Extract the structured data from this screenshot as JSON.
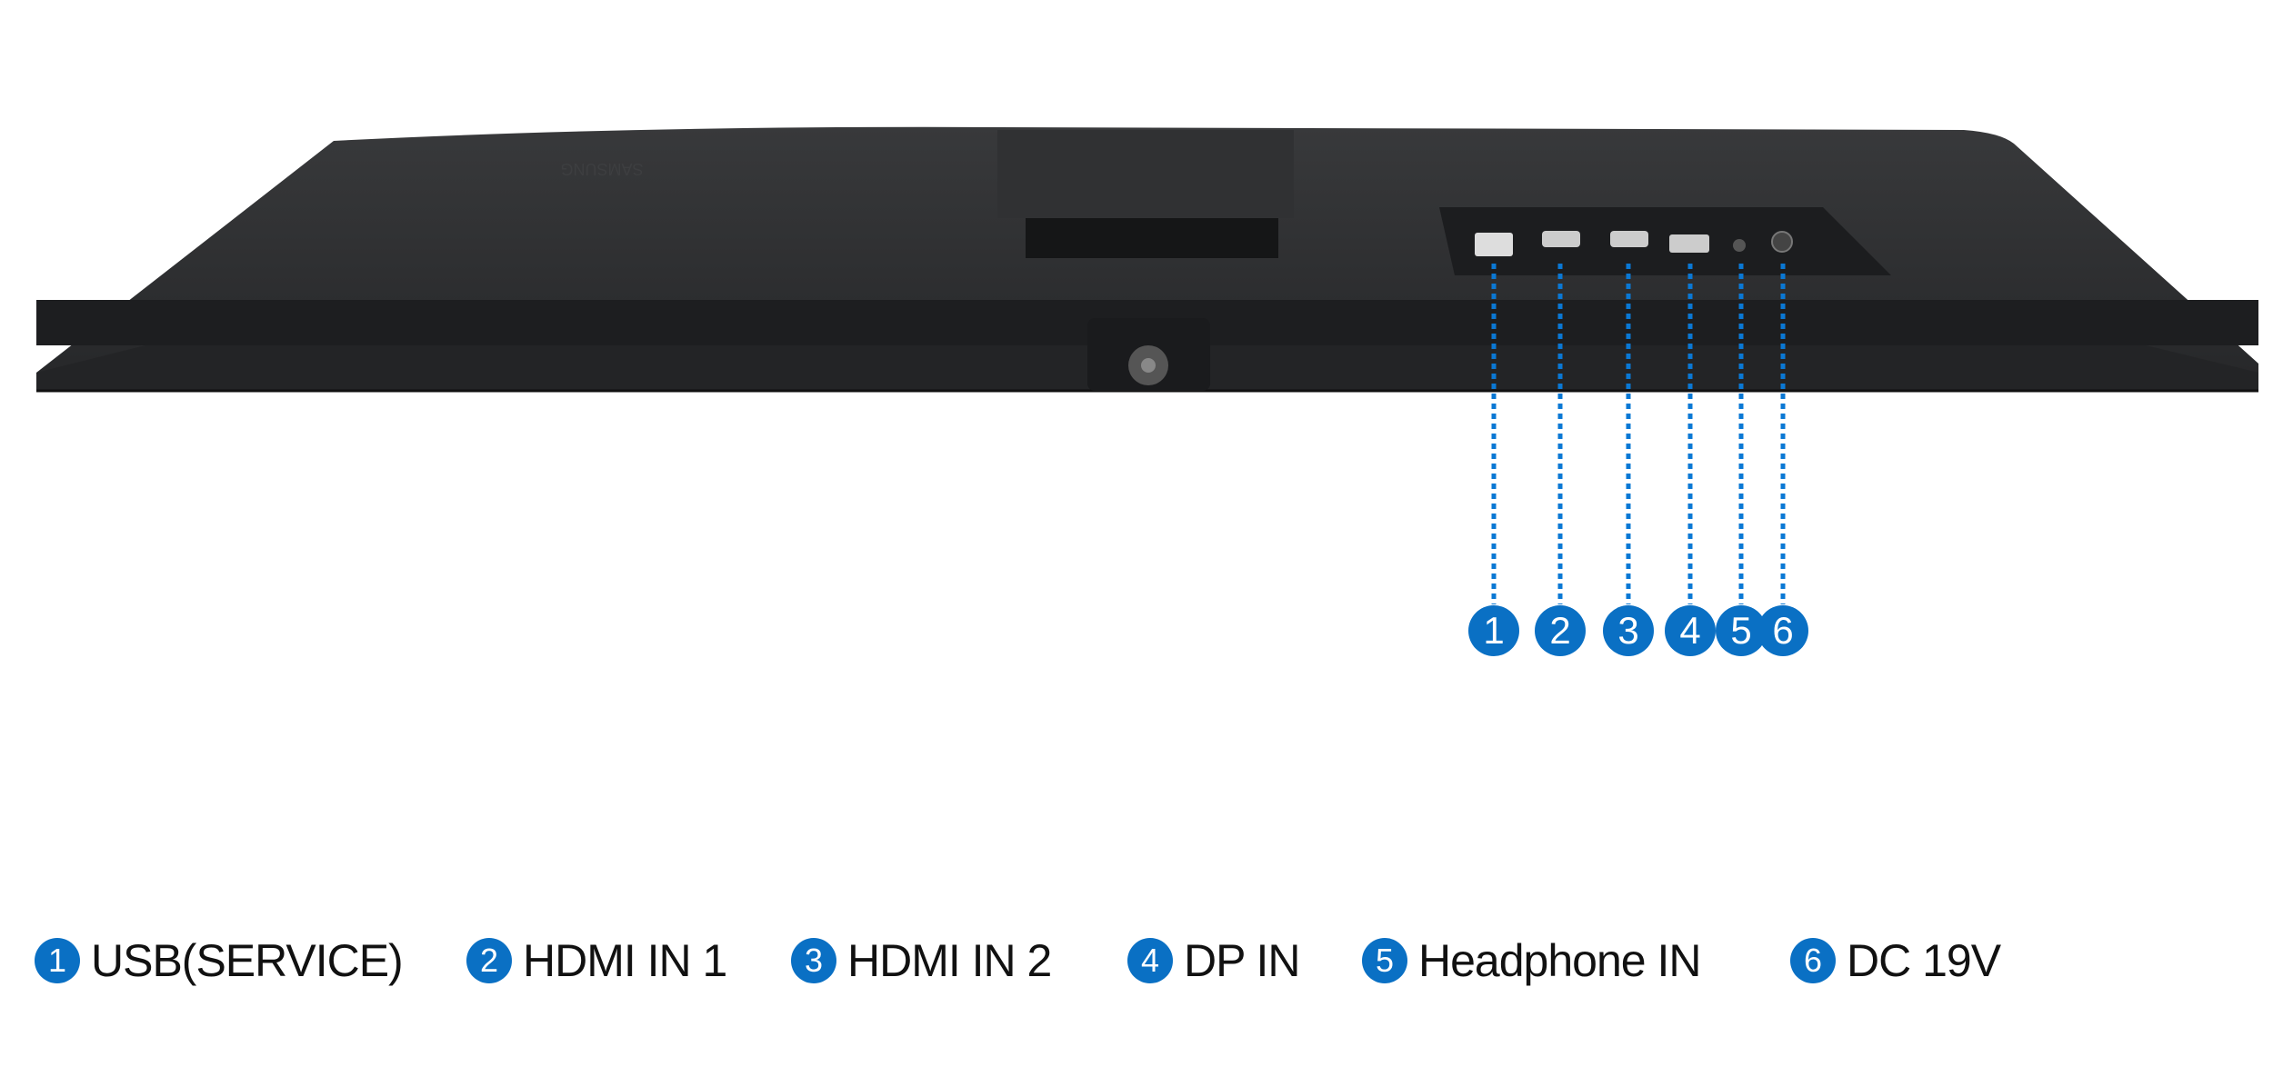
{
  "brand_logo": "SAMSUNG",
  "ports": [
    {
      "number": "1",
      "label": "USB(SERVICE)"
    },
    {
      "number": "2",
      "label": "HDMI IN 1"
    },
    {
      "number": "3",
      "label": "HDMI IN 2"
    },
    {
      "number": "4",
      "label": "DP IN"
    },
    {
      "number": "5",
      "label": "Headphone IN"
    },
    {
      "number": "6",
      "label": "DC 19V"
    }
  ],
  "colors": {
    "accent": "#0a70c4",
    "body": "#2b2c2e"
  }
}
